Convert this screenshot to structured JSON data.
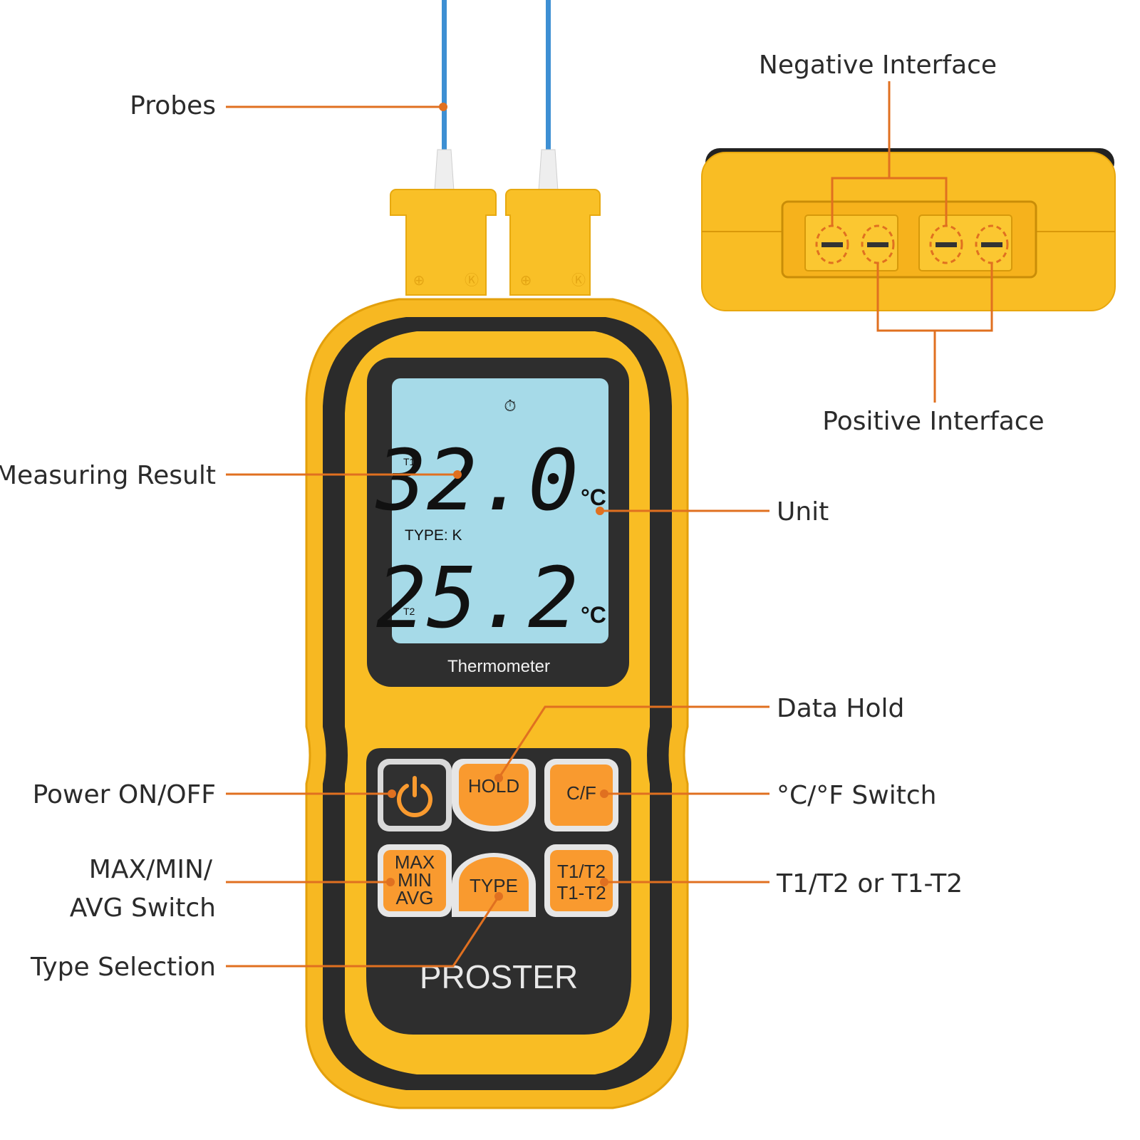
{
  "callouts": {
    "probes": "Probes",
    "negative_interface": "Negative Interface",
    "positive_interface": "Positive Interface",
    "measuring_result": "Measuring Result",
    "unit": "Unit",
    "data_hold": "Data Hold",
    "power": "Power ON/OFF",
    "cf_switch": "°C/°F Switch",
    "maxminavg_line1": "MAX/MIN/",
    "maxminavg_line2": "AVG Switch",
    "t1t2": "T1/T2 or T1-T2",
    "type_selection": "Type Selection"
  },
  "device": {
    "brand": "PROSTER",
    "model_label": "Thermometer",
    "display": {
      "t1_label": "T1",
      "t2_label": "T2",
      "t1_value": "32.0",
      "t2_value": "25.2",
      "unit": "°C",
      "type_text": "TYPE: K"
    },
    "buttons": {
      "hold": "HOLD",
      "cf": "C/F",
      "max": "MAX",
      "min": "MIN",
      "avg": "AVG",
      "type": "TYPE",
      "t1t2": "T1/T2",
      "t1minust2": "T1-T2"
    }
  },
  "colors": {
    "body_yellow": "#f7b822",
    "body_dark": "#2b2b2b",
    "lcd_blue": "#a6dae8",
    "button_orange": "#f99a2f",
    "callout_orange": "#e07020",
    "probe_blue": "#3d8fd3"
  }
}
